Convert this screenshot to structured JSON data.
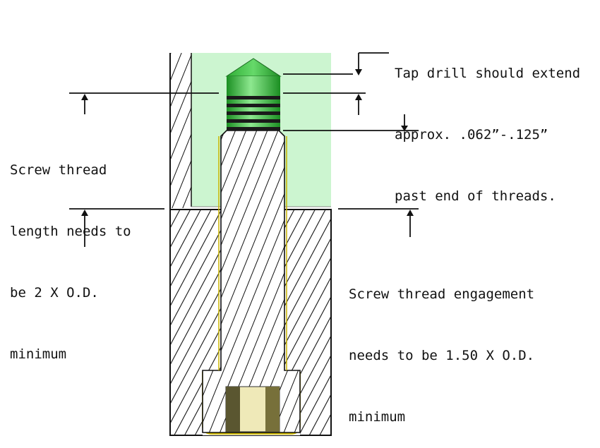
{
  "annotations": {
    "tap_drill_note": [
      "Tap drill should extend",
      "approx. .062”-.125”",
      "past end of threads."
    ],
    "thread_length_note": [
      "Screw thread",
      "length needs to",
      "be 2 X O.D.",
      "minimum"
    ],
    "engagement_note": [
      "Screw thread engagement",
      "needs to be 1.50 X O.D.",
      "minimum"
    ]
  },
  "colors": {
    "upper_part_fill": "#ccf5d0",
    "lower_part_fill": "#ffffff",
    "hatch_stroke": "#111111",
    "drill_tip_green": "#22a82a",
    "thread_bands": "#1a1a1a",
    "screw_head_gold": "#c9b400",
    "hex_socket_dark": "#5a5630",
    "hex_socket_light": "#efe9b8"
  }
}
